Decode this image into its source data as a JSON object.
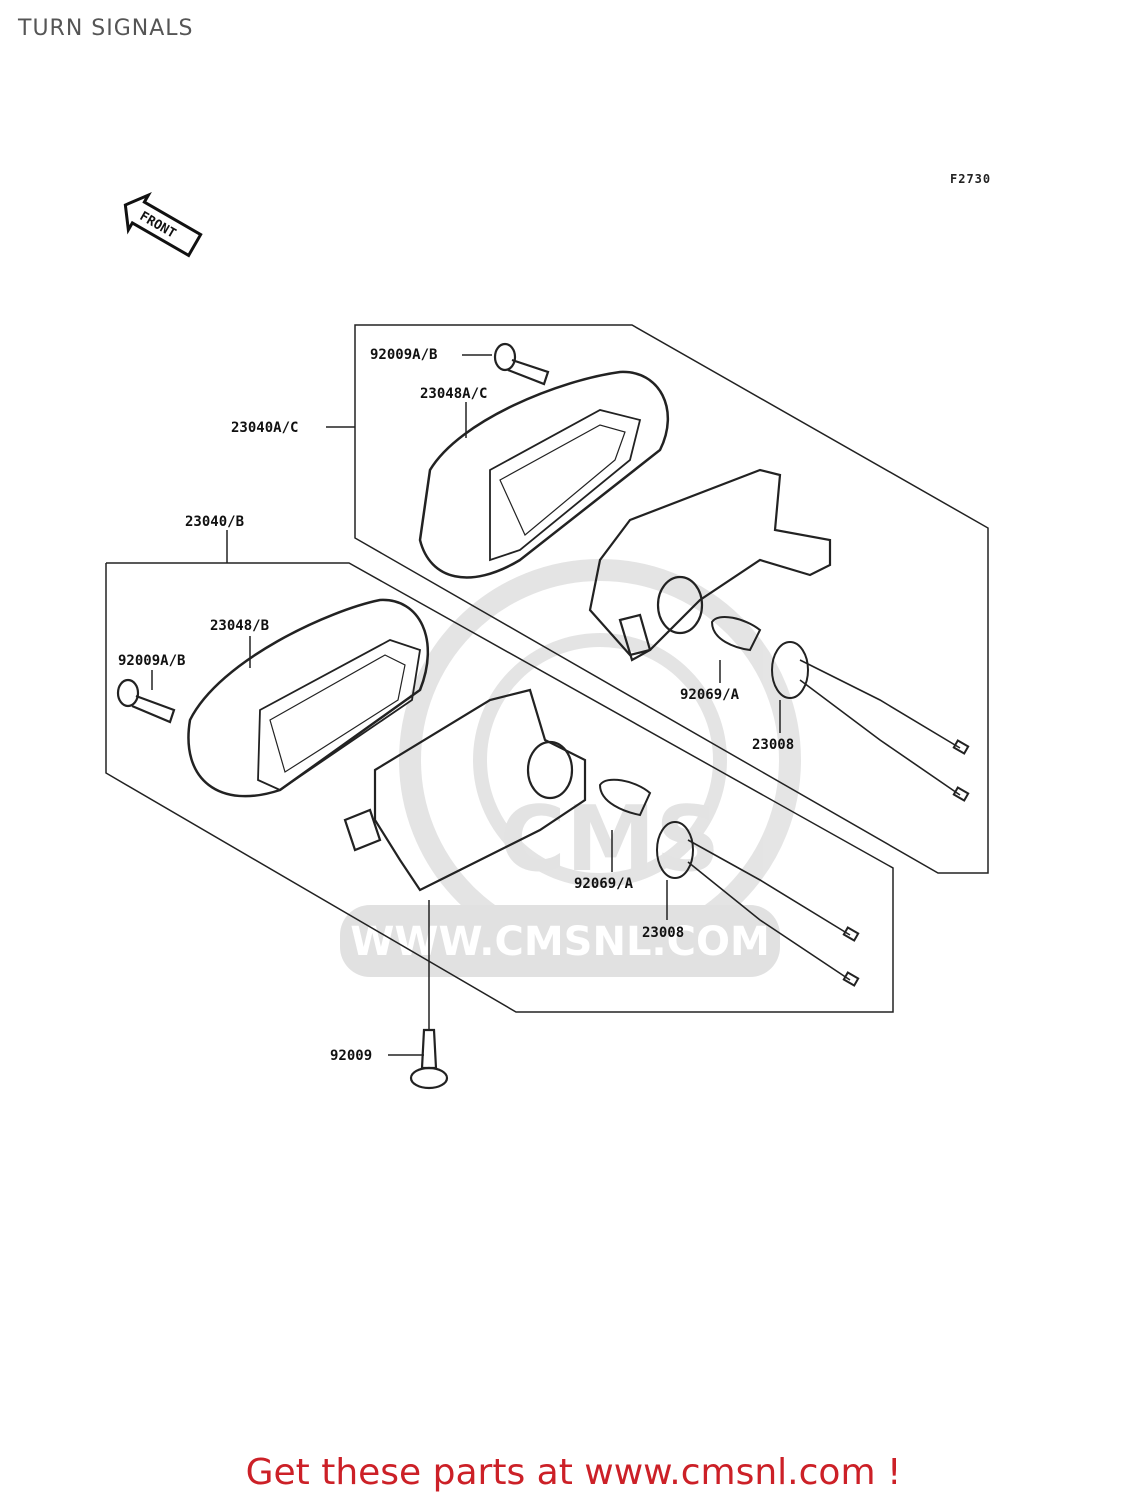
{
  "title": "TURN SIGNALS",
  "figure_code": "F2730",
  "front_arrow": "FRONT",
  "labels": {
    "upper_bolt": "92009A/B",
    "upper_lens": "23048A/C",
    "upper_assy": "23040A/C",
    "lower_assy": "23040/B",
    "lower_lens": "23048/B",
    "lower_bolt": "92009A/B",
    "upper_bulb": "92069/A",
    "upper_socket": "23008",
    "lower_bulb": "92069/A",
    "lower_socket": "23008",
    "bottom_screw": "92009"
  },
  "watermark": "WWW.CMSNL.COM",
  "watermark_logo": "CMS",
  "footer": "Get these parts at www.cmsnl.com !",
  "colors": {
    "footer": "#cc2027",
    "line": "#222222",
    "watermark": "#dcdcdc"
  }
}
